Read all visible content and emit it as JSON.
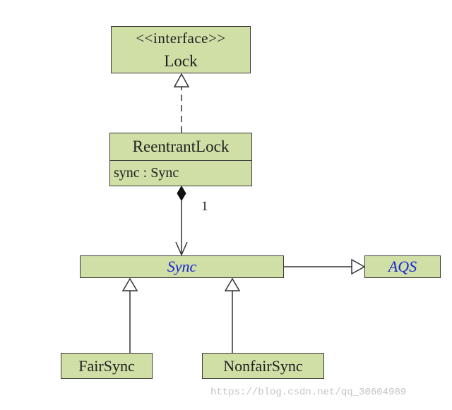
{
  "lock": {
    "stereotype": "<<interface>>",
    "name": "Lock"
  },
  "reentrant_lock": {
    "name": "ReentrantLock",
    "attribute": "sync : Sync"
  },
  "sync": {
    "name": "Sync"
  },
  "aqs": {
    "name": "AQS"
  },
  "fair_sync": {
    "name": "FairSync"
  },
  "nonfair_sync": {
    "name": "NonfairSync"
  },
  "composition_multiplicity": "1",
  "watermark": "https://blog.csdn.net/qq_30604989",
  "colors": {
    "class_fill": "#cfdfa5",
    "border": "#3a3a3a",
    "abstract_text": "#1a23d6"
  }
}
